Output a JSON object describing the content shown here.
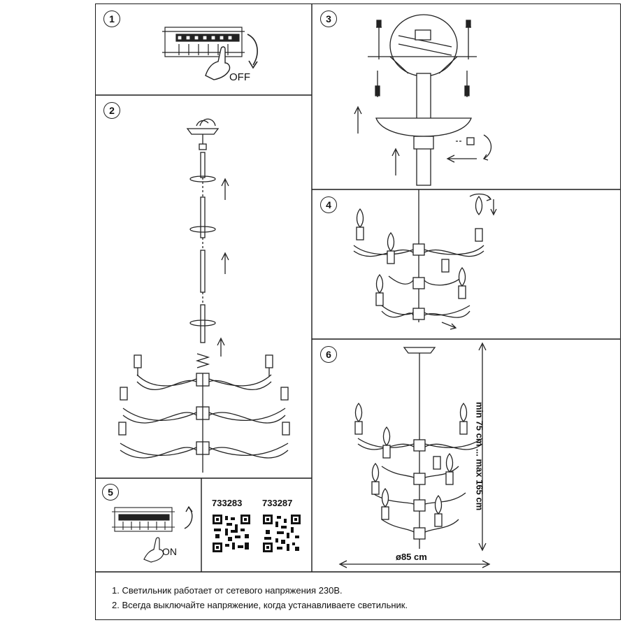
{
  "steps": {
    "s1": {
      "num": "1",
      "label": "OFF"
    },
    "s2": {
      "num": "2"
    },
    "s3": {
      "num": "3"
    },
    "s4": {
      "num": "4"
    },
    "s5": {
      "num": "5",
      "label": "ON"
    },
    "s6": {
      "num": "6",
      "height_label": "min 75 cm ... max 165 cm",
      "width_label": "ø85 cm"
    }
  },
  "products": {
    "code_a": "733283",
    "code_b": "733287"
  },
  "notes": [
    "1. Светильник работает от сетевого напряжения 230В.",
    "2. Всегда выключайте напряжение, когда устанавливаете светильник."
  ],
  "icons": [
    "circuit-breaker-icon",
    "hand-icon",
    "rotate-arrow-icon",
    "up-arrow-icon",
    "left-arrow-icon",
    "qr-code-icon",
    "candle-bulb-icon"
  ]
}
